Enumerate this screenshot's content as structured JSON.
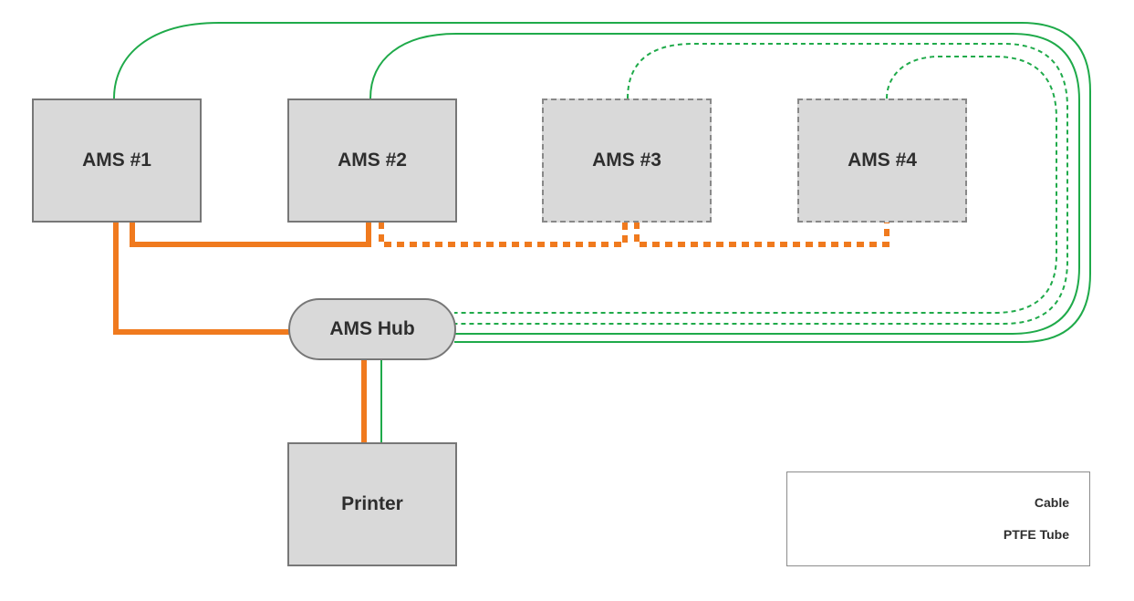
{
  "nodes": {
    "ams1": "AMS #1",
    "ams2": "AMS #2",
    "ams3": "AMS #3",
    "ams4": "AMS #4",
    "hub": "AMS Hub",
    "printer": "Printer"
  },
  "legend": {
    "cable": "Cable",
    "ptfe": "PTFE Tube"
  },
  "colors": {
    "cable": "#f07a1e",
    "ptfe": "#1faa4a",
    "box_fill": "#d9d9d9",
    "box_border": "#777777"
  }
}
